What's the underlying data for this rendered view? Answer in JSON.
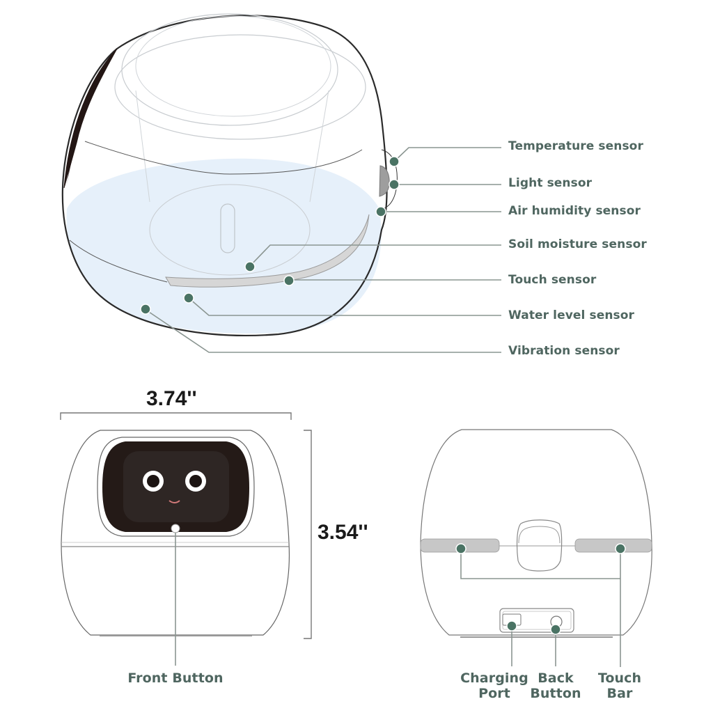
{
  "colors": {
    "accent_dot": "#4a7364",
    "label_text": "#4f6660",
    "leader_line": "#8a9591",
    "outline": "#2a2a2a",
    "water": "#e8f1fb",
    "touch_strip": "#d3d3d3",
    "screen": "#241a17"
  },
  "top_view": {
    "callouts": [
      {
        "id": "temperature",
        "label": "Temperature sensor"
      },
      {
        "id": "light",
        "label": "Light sensor"
      },
      {
        "id": "air-humidity",
        "label": "Air humidity sensor"
      },
      {
        "id": "soil-moisture",
        "label": "Soil moisture sensor"
      },
      {
        "id": "touch",
        "label": "Touch sensor"
      },
      {
        "id": "water-level",
        "label": "Water level sensor"
      },
      {
        "id": "vibration",
        "label": "Vibration sensor"
      }
    ]
  },
  "front_view": {
    "width_dimension": "3.74''",
    "height_dimension": "3.54''",
    "callouts": [
      {
        "id": "front-button",
        "label": "Front Button"
      }
    ]
  },
  "back_view": {
    "callouts": [
      {
        "id": "charging-port",
        "line1": "Charging",
        "line2": "Port"
      },
      {
        "id": "back-button",
        "line1": "Back",
        "line2": "Button"
      },
      {
        "id": "touch-bar",
        "line1": "Touch",
        "line2": "Bar"
      }
    ]
  }
}
